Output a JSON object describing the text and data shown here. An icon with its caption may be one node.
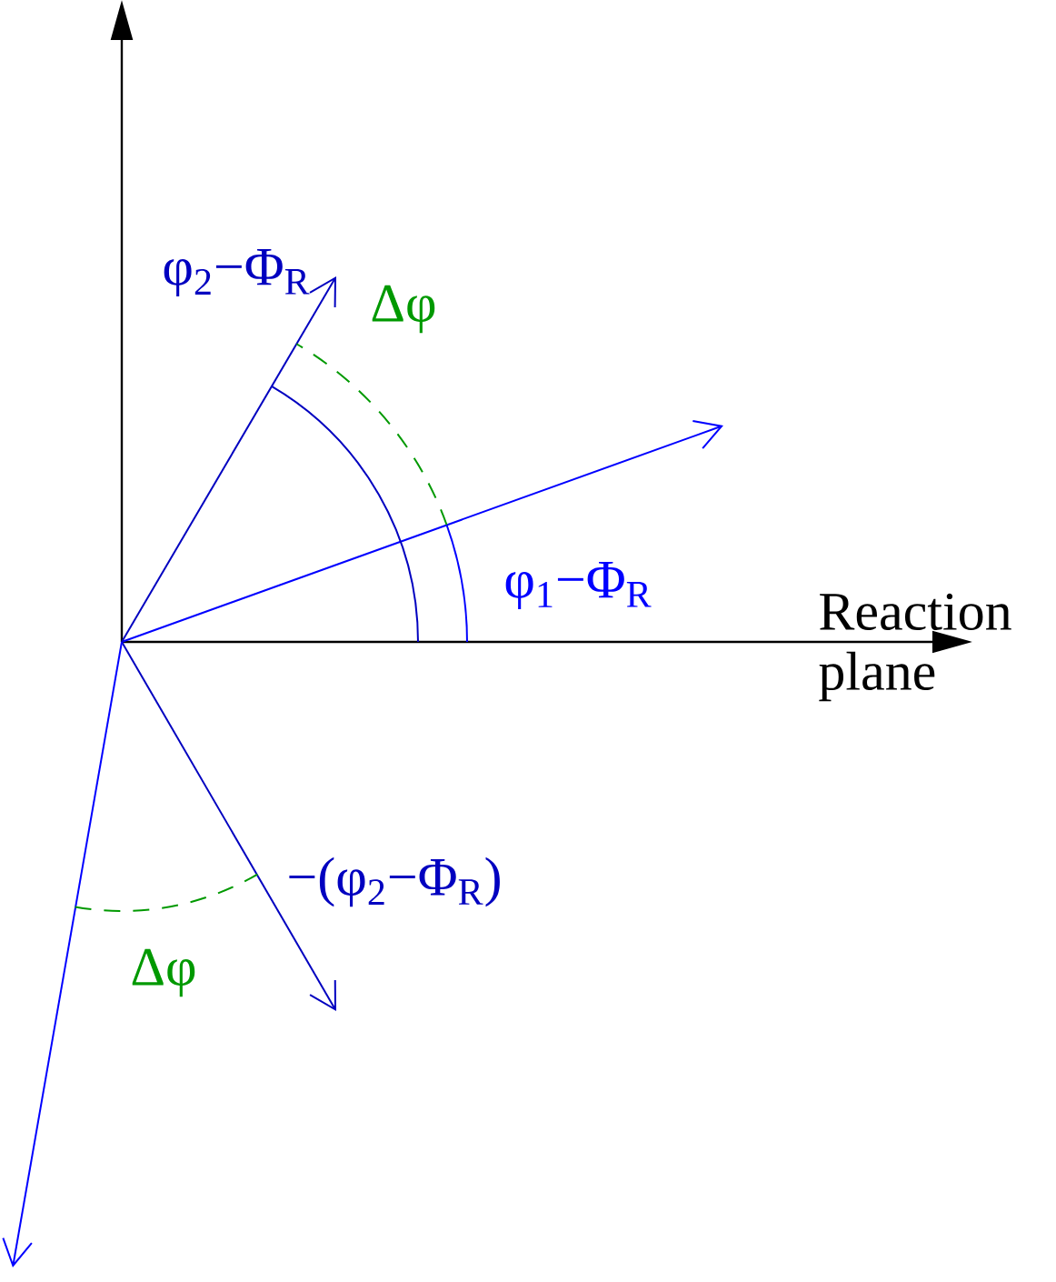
{
  "diagram": {
    "labels": [
      "φ$_{2}$−Φ$_{R}$",
      "Δφ",
      "φ$_{1}$−Φ$_{R}$",
      "Reaction plane",
      "−(φ$_{2}$−Φ$_{R}$)",
      "Δφ"
    ]
  }
}
